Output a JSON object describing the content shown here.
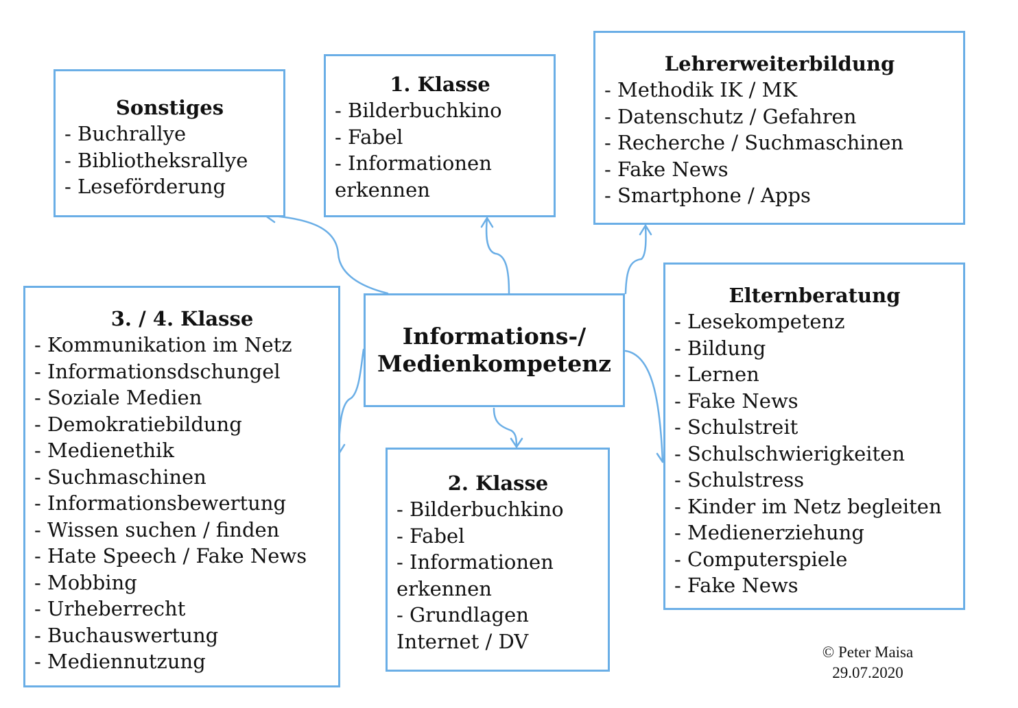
{
  "center": {
    "title": "Informations-/\nMedienkompetenz"
  },
  "boxes": {
    "sonstiges": {
      "title": "Sonstiges",
      "items": [
        "- Buchrallye",
        "- Bibliotheksrallye",
        "- Leseförderung"
      ]
    },
    "klasse1": {
      "title": "1. Klasse",
      "items": [
        "- Bilderbuchkino",
        "- Fabel",
        "- Informationen erkennen"
      ]
    },
    "lehrer": {
      "title": "Lehrerweiterbildung",
      "items": [
        "- Methodik IK / MK",
        "- Datenschutz / Gefahren",
        "- Recherche / Suchmaschinen",
        "- Fake News",
        "- Smartphone / Apps"
      ]
    },
    "klasse34": {
      "title": "3. / 4. Klasse",
      "items": [
        "- Kommunikation im Netz",
        "- Informationsdschungel",
        "- Soziale Medien",
        "- Demokratiebildung",
        "- Medienethik",
        "- Suchmaschinen",
        "- Informationsbewertung",
        "- Wissen suchen / finden",
        "- Hate Speech / Fake News",
        "- Mobbing",
        "- Urheberrecht",
        "- Buchauswertung",
        "- Mediennutzung"
      ]
    },
    "klasse2": {
      "title": "2. Klasse",
      "items": [
        "- Bilderbuchkino",
        "- Fabel",
        "- Informationen erkennen",
        "- Grundlagen Internet / DV"
      ]
    },
    "eltern": {
      "title": "Elternberatung",
      "items": [
        "- Lesekompetenz",
        "- Bildung",
        "- Lernen",
        "- Fake News",
        "- Schulstreit",
        "- Schulschwierigkeiten",
        "- Schulstress",
        "- Kinder im Netz begleiten",
        "- Medienerziehung",
        "- Computerspiele",
        "- Fake News"
      ]
    }
  },
  "copyright": {
    "line1": "© Peter Maisa",
    "line2": "29.07.2020"
  },
  "colors": {
    "border": "#6aaee6",
    "connector": "#6aaee6",
    "text": "#111111"
  }
}
